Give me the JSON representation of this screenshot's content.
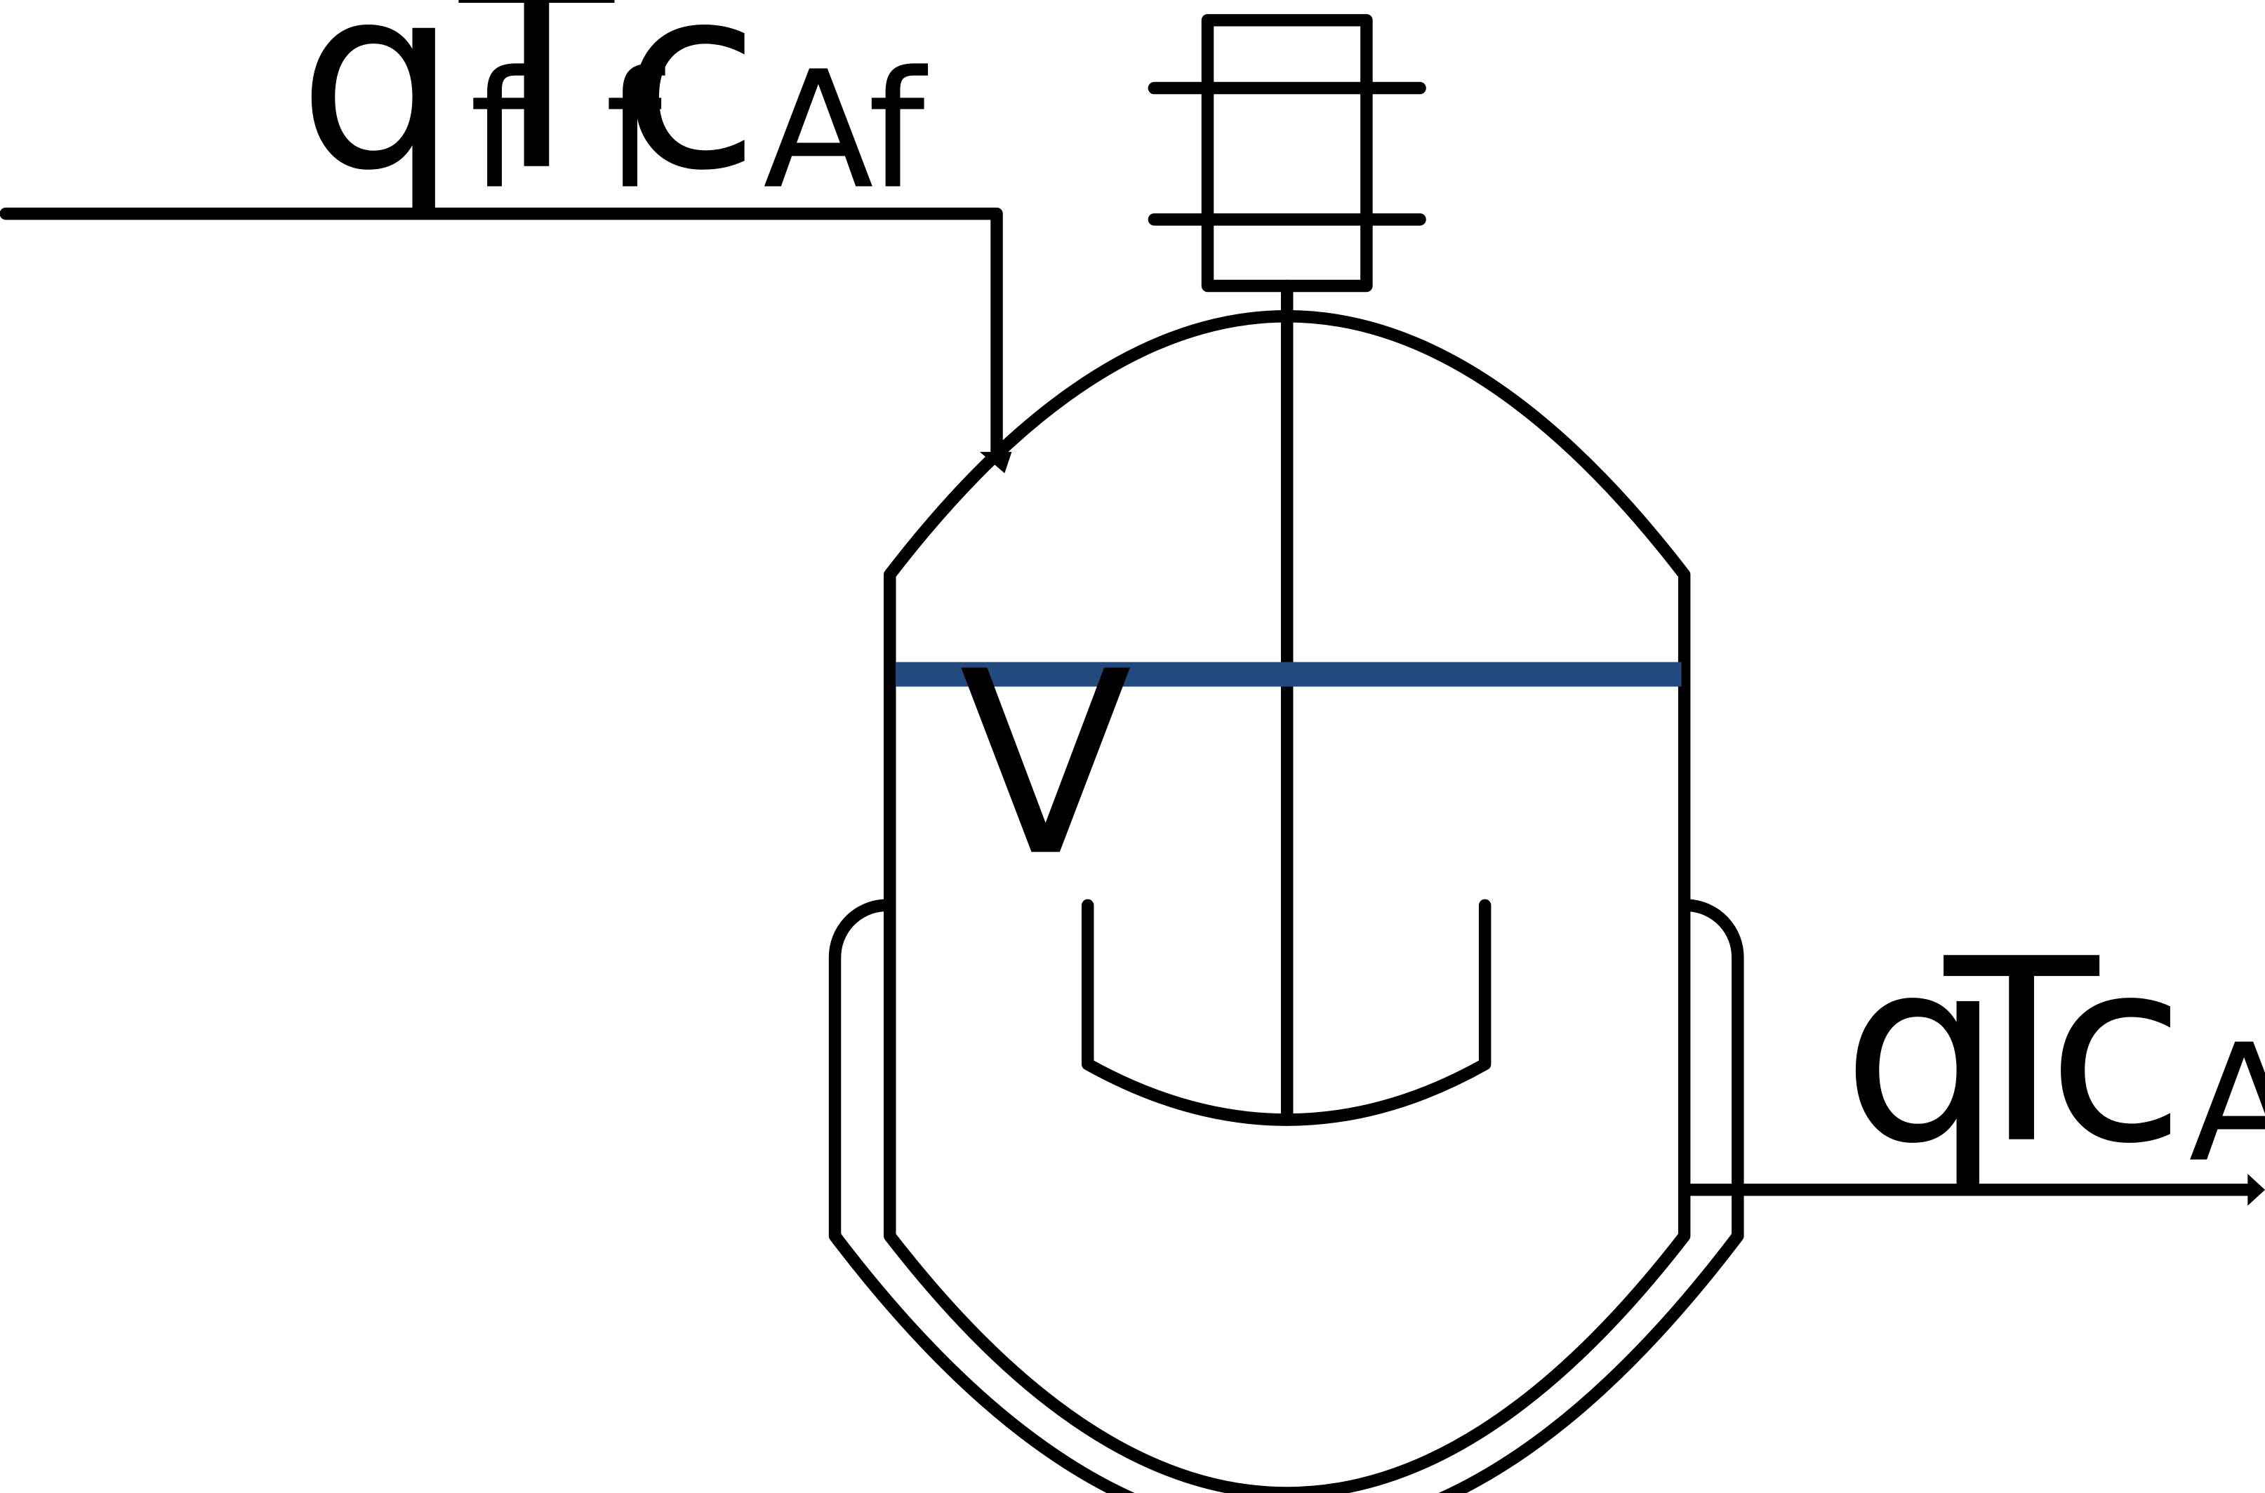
{
  "inlet": {
    "flow": "q",
    "flow_sub": "f",
    "temp": "T",
    "temp_sub": "f",
    "conc": "c",
    "conc_sub": "Af"
  },
  "vessel": {
    "volume_label": "V"
  },
  "outlet": {
    "flow": "q",
    "temp": "T",
    "conc": "c",
    "conc_sub": "A"
  },
  "colors": {
    "liquid_level": "#234a7e",
    "lines": "#000000"
  }
}
